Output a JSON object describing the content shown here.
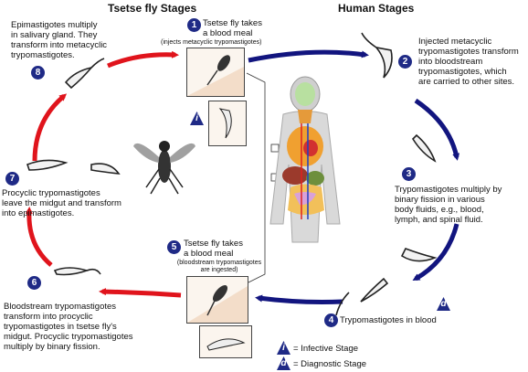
{
  "headers": {
    "tsetse": "Tsetse fly Stages",
    "human": "Human Stages"
  },
  "steps": {
    "s1": {
      "num": "1",
      "line1": "Tsetse fly takes",
      "line2": "a blood meal",
      "note": "(injects metacyclic trypomastigotes)"
    },
    "s2": {
      "num": "2",
      "l1": "Injected metacyclic",
      "l2": "trypomastigotes transform",
      "l3": "into bloodstream",
      "l4": "trypomastigotes, which",
      "l5": "are carried to other sites."
    },
    "s3": {
      "num": "3",
      "l1": "Trypomastigotes multiply by",
      "l2": "binary fission in various",
      "l3": "body fluids, e.g., blood,",
      "l4": "lymph, and spinal fluid."
    },
    "s4": {
      "num": "4",
      "text": "Trypomastigotes in blood"
    },
    "s5": {
      "num": "5",
      "line1": "Tsetse fly takes",
      "line2": "a blood meal",
      "note1": "(bloodstream trypomastigotes",
      "note2": "are ingested)"
    },
    "s6": {
      "num": "6",
      "l1": "Bloodstream trypomastigotes",
      "l2": "transform into procyclic",
      "l3": "trypomastigotes in tsetse fly's",
      "l4": "midgut. Procyclic trypomastigotes",
      "l5": "multiply by binary fission."
    },
    "s7": {
      "num": "7",
      "l1": "Procyclic trypomastigotes",
      "l2": "leave the midgut and transform",
      "l3": "into epimastigotes."
    },
    "s8": {
      "num": "8",
      "l1": "Epimastigotes multiply",
      "l2": "in salivary gland. They",
      "l3": "transform into metacyclic",
      "l4": "trypomastigotes."
    }
  },
  "legend": {
    "infective_symbol": "i",
    "infective_label": "= Infective Stage",
    "diagnostic_symbol": "d",
    "diagnostic_label": "= Diagnostic Stage"
  },
  "badges": {
    "infective": "i",
    "diagnostic": "d"
  },
  "colors": {
    "tsetse_arrow": "#e0141c",
    "human_arrow": "#12157f",
    "badge": "#1f2a86"
  }
}
